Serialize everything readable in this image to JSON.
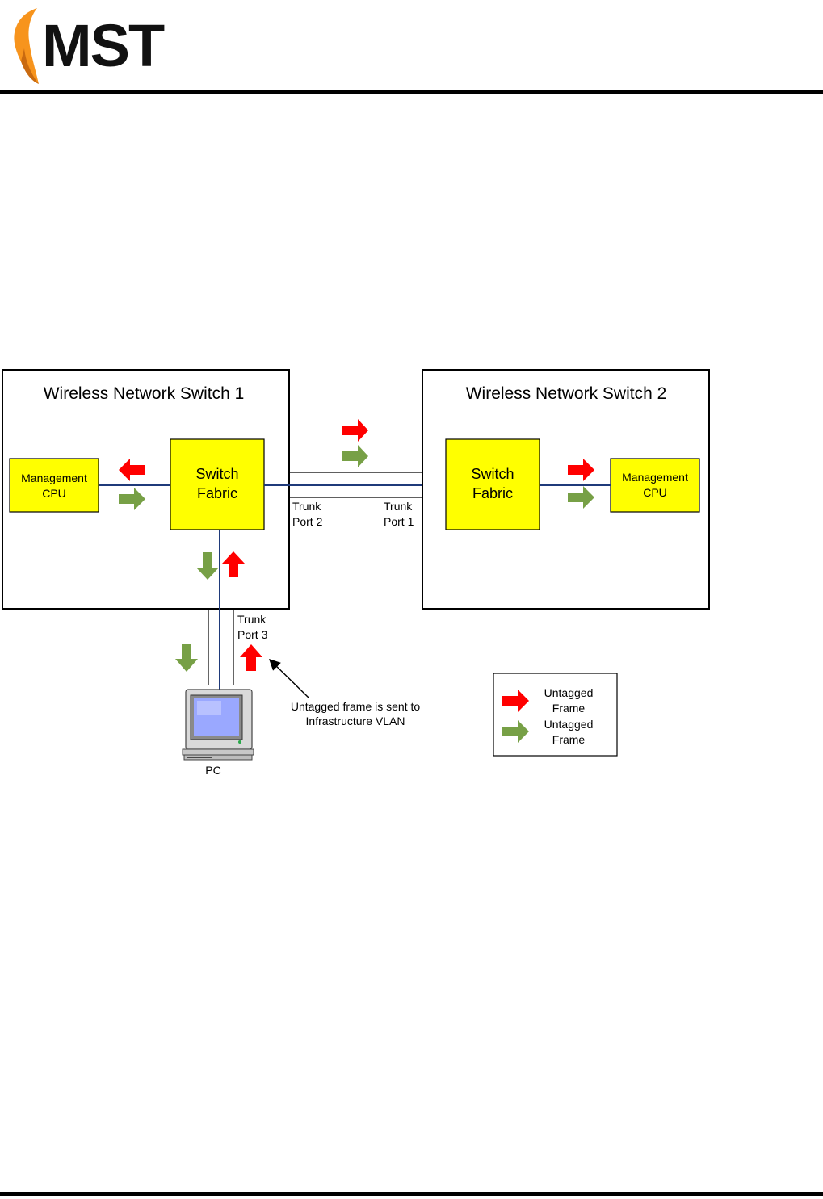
{
  "header": {
    "logo_text": "MST"
  },
  "colors": {
    "rule": "#000000",
    "box_fill": "#ffff00",
    "link_line": "#1f3a7a",
    "arrow_red": "#ff0000",
    "arrow_green": "#77a046",
    "logo_orange": "#f7941d"
  },
  "diagram": {
    "switch1": {
      "title": "Wireless Network Switch 1",
      "management": [
        "Management",
        "CPU"
      ],
      "fabric": [
        "Switch",
        "Fabric"
      ]
    },
    "switch2": {
      "title": "Wireless Network Switch 2",
      "management": [
        "Management",
        "CPU"
      ],
      "fabric": [
        "Switch",
        "Fabric"
      ]
    },
    "trunk_port_2": [
      "Trunk",
      "Port 2"
    ],
    "trunk_port_1": [
      "Trunk",
      "Port 1"
    ],
    "trunk_port_3": [
      "Trunk",
      "Port 3"
    ],
    "pc_label": "PC",
    "annotation": [
      "Untagged frame is sent to",
      "Infrastructure VLAN"
    ],
    "legend": [
      {
        "color": "red",
        "label": [
          "Untagged",
          "Frame"
        ]
      },
      {
        "color": "green",
        "label": [
          "Untagged",
          "Frame"
        ]
      }
    ]
  }
}
